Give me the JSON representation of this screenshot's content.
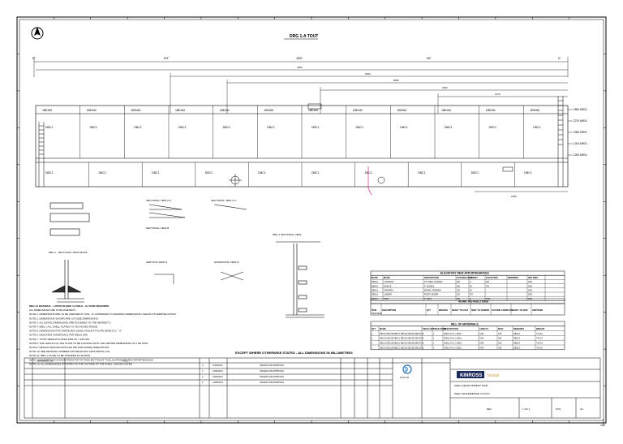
{
  "drawing": {
    "main_title": "DRG 1-A TOUT",
    "dims": {
      "top_left": "0\"",
      "top_a": "8'0\"",
      "top_b": "155\"",
      "top_c": "96\"",
      "top_right": "0\"",
      "overall": "4400",
      "d2": "3062",
      "d3": "8095",
      "d4": "1652",
      "d5": "1170",
      "bottom_dim": "2780"
    },
    "row_labels_top": [
      "1BEAM",
      "1BEAM",
      "1BEAM",
      "1BEAM",
      "1BEAM",
      "1BEAM",
      "1BEAM",
      "1BEAM",
      "1BEAM",
      "1BEAM",
      "1BEAM",
      "1BEAM"
    ],
    "row_labels_mid": [
      "DBC1",
      "DBC1",
      "DBC1",
      "DBC1",
      "DBC1",
      "DBC1",
      "DBC1",
      "DBC1",
      "DBC1",
      "DBC1",
      "DBC1",
      "DBC1"
    ],
    "row_labels_bot": [
      "DBC1",
      "DBC1",
      "DBC1",
      "DBC1",
      "DBC1",
      "DBC1",
      "DBC1",
      "DBC1",
      "DBC1",
      "DBC1"
    ],
    "right_callouts": [
      "2860 AREA",
      "2270 AREA",
      "2360 AREA",
      "1204 AREA",
      "2260 AREA"
    ],
    "views": {
      "view_a": "SECTIONAL VIEW A-A",
      "view_c": "SECTIONAL VIEW C-C",
      "view_b": "SECTIONAL VIEW B",
      "detail_vert": "VERTICAL VIEW D",
      "detail_horiz": "HORIZONTAL VIEW D",
      "section_view": "DBG 1 SECTIONAL VIEW",
      "detail_left": "DBG 1 - SECTIONAL VIEW DETAIL"
    },
    "notes": [
      "DBG 1A MATERIAL : LISTED IN (SEE 1) TABLE - (1) TANK REQUIRED",
      "ALL DIMENSIONS ARE IN MILLIMETERS.",
      "NOTE 1: DIMENSIONS ARE TO BE VERIFIED AT SITE - IF COMPARED TO DRAWING DIMENSIONS UNLESS OTHERWISE NOTED",
      "NOTE 2: DIMENSIONS SHOWN ARE OUTSIDE DIMENSIONS.",
      "NOTE 3: ALL DETAIL DIMENSIONS ARE ROUNDED TO THE NEAREST 5",
      "NOTE 4: MBG 1 ALL SHELL PLATES TO 700 INCHES RANGE",
      "NOTE 5: DIMENSIONS FOR GRAVE BOX LEVEL ANGLE AT PLATE EDGE IS 1\" - 6\"",
      "NOTE 6: INDICATES UNIVERSALS FOR WELD JAW",
      "NOTE 7: TOTAL WEIGHT PLATES 2200 KG = 240 LBS",
      "NOTE 8: THE LENGTH OF THE PLATE TO BE LOCATED WITH THE CENTER DIMENSIONS OF THE TANK",
      "NOTE 9: DESIGN SPECIFICATION API 650 AND ANODE ORIENTATION",
      "NOTE 10: SEE DRAWING NUMBER FOR RELEVANT GROUNDING LUG",
      "NOTE 11: DBG 1 PLATE TO BE STAMPED AS SHOWN",
      "NOTE 12: ELEVATIONS SHOWN FROM TOP OF TANK BOTTOM AT THE LOCATION OF THE APPURTENANCE",
      "NOTE 13: ALL DIMENSIONS SITUATED ON THE OUTSIDE OF THE SHELL UNLESS NOTED"
    ],
    "appurtenance_table": {
      "title": "ELEVATION VIEW APPURTENANCES",
      "headers": [
        "MARK",
        "MARK",
        "DESCRIPTION",
        "OUTSIDE PROJ",
        "ORIENT",
        "ELEVATION",
        "REMARKS",
        "REF DWG"
      ],
      "rows": [
        [
          "DBG1A",
          "1 MANWAY",
          "24\" SHELL MANWAY",
          "400",
          "0",
          "600",
          "",
          "2001"
        ],
        [
          "DBG1A",
          "NOZZLE",
          "4\" NOZZLE",
          "250",
          "90",
          "750",
          "",
          "2001"
        ],
        [
          "DBG1A",
          "STAIRWAY",
          "SPIRAL STAIRWAY",
          "150",
          "45",
          "-",
          "",
          "2001"
        ],
        [
          "DBG1A",
          "LADDER",
          "ROOF LADDER",
          "150",
          "270",
          "-",
          "",
          "2001"
        ],
        [
          "DBG1A",
          "VENT",
          "6\" VENT",
          "200",
          "0",
          "7350",
          "",
          "2001"
        ]
      ]
    },
    "work_instructions": {
      "title": "WORK INSTRUCTIONS",
      "headers": [
        "ITEM",
        "DESCRIPTION",
        "QTY",
        "WELDED",
        "READY TO COAT",
        "SENT TO VENDOR",
        "COATING COMPLETE",
        "READY TO SHIP",
        "CERTIFIED"
      ],
      "row_label": "ITEM DESC"
    },
    "bill_table": {
      "title": "BILL OF MATERIALS",
      "headers": [
        "QTY",
        "MARK",
        "PIECE QTY",
        "PIECE MARK",
        "DESCRIPTION",
        "LENGTH",
        "MATL",
        "REMARKS",
        "WEIGHT"
      ],
      "rows": [
        [
          "1",
          "DBC1A DBC1B DBC1C DBC1D DBC1E DBC1F DBC1G DBC1H",
          "1",
          "1",
          "SHELL PL 6 x 2000 x",
          "2442",
          "A36",
          "DBG1A",
          "741 KG"
        ],
        [
          "1",
          "DBC1A DBC1B DBC1C DBC1D DBC1E DBC1F DBC1G DBC1H",
          "1",
          "1",
          "SHELL PL 6 x 2000 x",
          "2442",
          "A36",
          "DBG1A",
          "741 KG"
        ],
        [
          "1",
          "DBC1A DBC1B DBC1C DBC1D DBC1E DBC1F DBC1G DBC1H",
          "1",
          "1",
          "SHELL PL 6 x 2000 x",
          "2442",
          "A36",
          "DBG1A",
          "741 KG"
        ],
        [
          "1",
          "DBC1A DBC1B DBC1C DBC1D DBC1E DBC1F DBC1G DBC1H",
          "1",
          "1",
          "SHELL PL 6 x 2000 x",
          "2442",
          "A36",
          "DBG1A",
          "741 KG"
        ]
      ]
    },
    "footer_note": "EXCEPT WHERE OTHERWISE STATED - ALL DIMENSIONS IN MILLIMETRES",
    "title_block": {
      "company": "KINROSS",
      "company_sub": "Tasiast",
      "logo_text": "D-PLUS",
      "project": "SHELL DEVELOPMENT TANK",
      "drawing_title": "SHELL ENGINEERING LAYOUT",
      "rev_label": "REV",
      "sheet": "1 OF 1",
      "scale": "NTS",
      "size": "A3"
    },
    "revisions": [
      [
        "0",
        "11/05/2021",
        "ISSUED FOR APPROVAL"
      ],
      [
        "1",
        "12/05/2021",
        "ISSUED FOR APPROVAL"
      ],
      [
        "2",
        "13/05/2021",
        "ISSUED FOR APPROVAL"
      ],
      [
        "3",
        "14/05/2021",
        "ISSUED FOR APPROVAL"
      ]
    ],
    "ref_header": "DRAWING No.",
    "ref_title": "TITLE"
  }
}
